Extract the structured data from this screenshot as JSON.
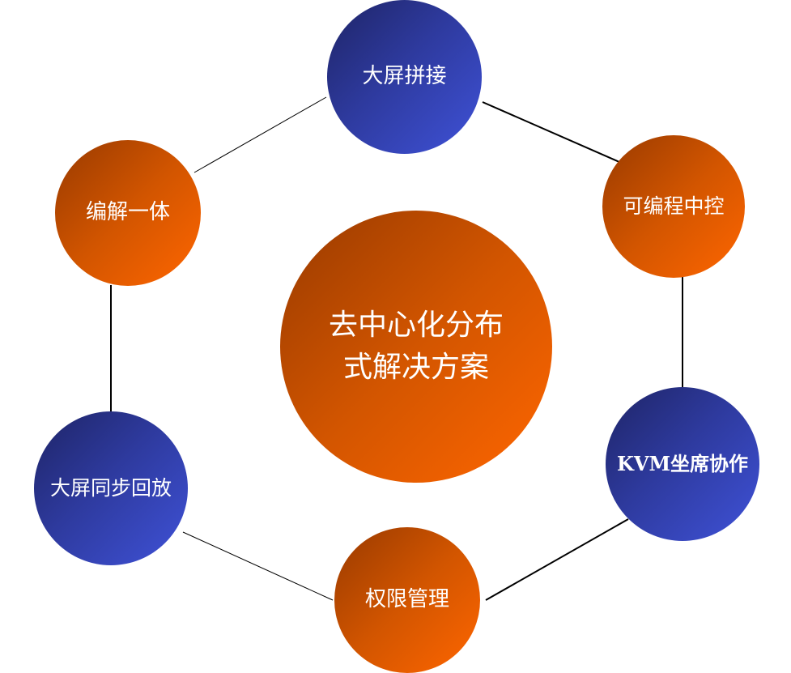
{
  "center": {
    "label": "去中心化分布式解决方案"
  },
  "nodes": [
    {
      "label": "大屏拼接"
    },
    {
      "label": "可编程中控"
    },
    {
      "label": "KVM坐席协作"
    },
    {
      "label": "权限管理"
    },
    {
      "label": "大屏同步回放"
    },
    {
      "label": "编解一体"
    }
  ],
  "colors": {
    "orange_dark": "#983a00",
    "orange_light": "#ff6600",
    "blue_dark": "#1e2466",
    "blue_light": "#3f52d8"
  }
}
